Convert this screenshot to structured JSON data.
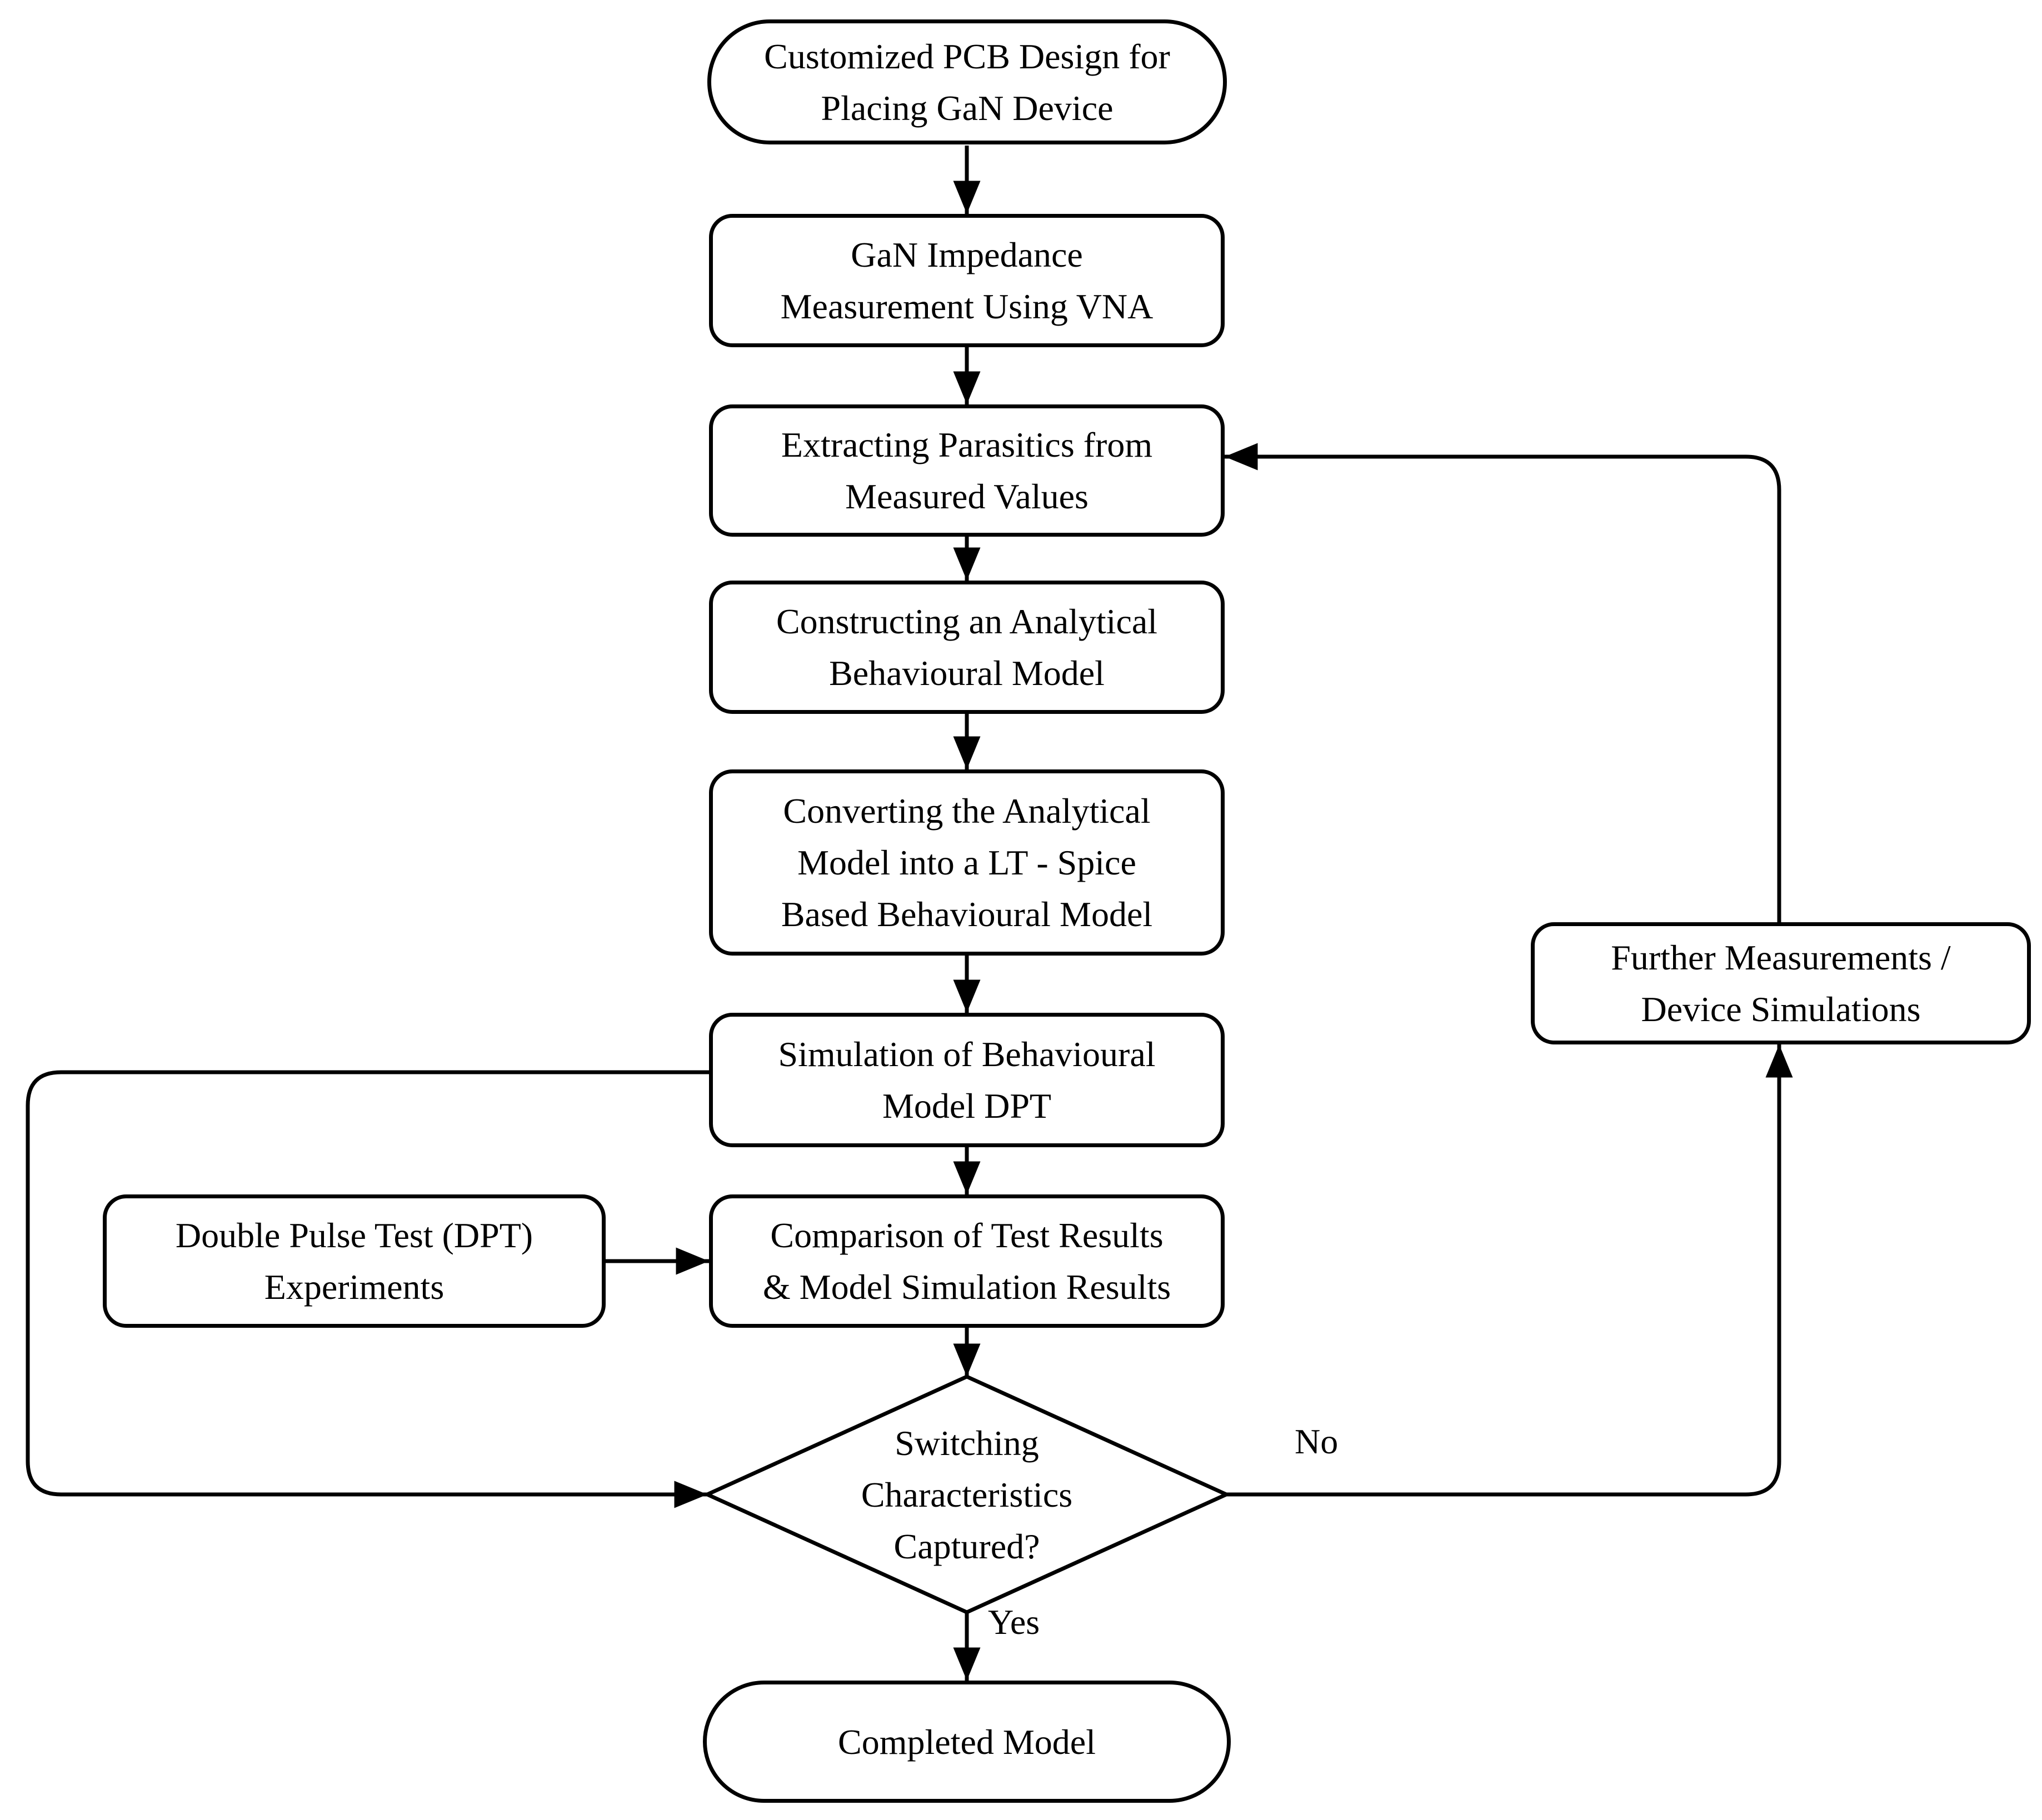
{
  "diagram": {
    "nodes": {
      "pcb_design": {
        "label": "Customized PCB Design for\nPlacing GaN Device",
        "shape": "terminator"
      },
      "impedance_measurement": {
        "label": "GaN Impedance\nMeasurement Using VNA",
        "shape": "process"
      },
      "extract_parasitics": {
        "label": "Extracting Parasitics from\nMeasured Values",
        "shape": "process"
      },
      "analytical_model": {
        "label": "Constructing an Analytical\nBehavioural Model",
        "shape": "process"
      },
      "ltspice_model": {
        "label": "Converting the Analytical\nModel into a LT - Spice\nBased Behavioural Model",
        "shape": "process"
      },
      "simulation_dpt": {
        "label": "Simulation of Behavioural\nModel DPT",
        "shape": "process"
      },
      "dpt_experiments": {
        "label": "Double Pulse Test  (DPT)\nExperiments",
        "shape": "process"
      },
      "comparison": {
        "label": "Comparison of Test Results\n& Model Simulation Results",
        "shape": "process"
      },
      "decision": {
        "label": "Switching\nCharacteristics\nCaptured?",
        "shape": "diamond"
      },
      "further_measurements": {
        "label": "Further Measurements /\nDevice Simulations",
        "shape": "process"
      },
      "completed_model": {
        "label": "Completed Model",
        "shape": "terminator"
      }
    },
    "edge_labels": {
      "no": "No",
      "yes": "Yes"
    },
    "colors": {
      "stroke": "#000000",
      "background": "#ffffff"
    }
  }
}
